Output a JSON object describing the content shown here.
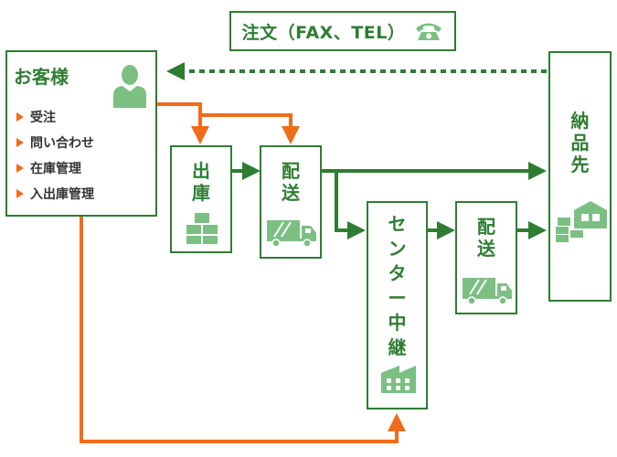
{
  "colors": {
    "green": "#2e7d32",
    "light_green": "#7cbf83",
    "orange": "#ef6c1a"
  },
  "order": {
    "label": "注文（FAX、TEL）",
    "icon": "telephone-icon"
  },
  "customer": {
    "title": "お客様",
    "icon": "person-icon",
    "items": [
      "受注",
      "問い合わせ",
      "在庫管理",
      "入出庫管理"
    ]
  },
  "shipping": {
    "label": [
      "出",
      "庫"
    ],
    "icon": "boxes-icon"
  },
  "delivery1": {
    "label": [
      "配",
      "送"
    ],
    "icon": "truck-icon"
  },
  "center": {
    "label": [
      "セ",
      "ン",
      "タ",
      "ー",
      "中",
      "継"
    ],
    "icon": "building-icon"
  },
  "delivery2": {
    "label": [
      "配",
      "送"
    ],
    "icon": "truck-icon"
  },
  "destination": {
    "label": [
      "納",
      "品",
      "先"
    ],
    "icon": "warehouse-icon"
  }
}
